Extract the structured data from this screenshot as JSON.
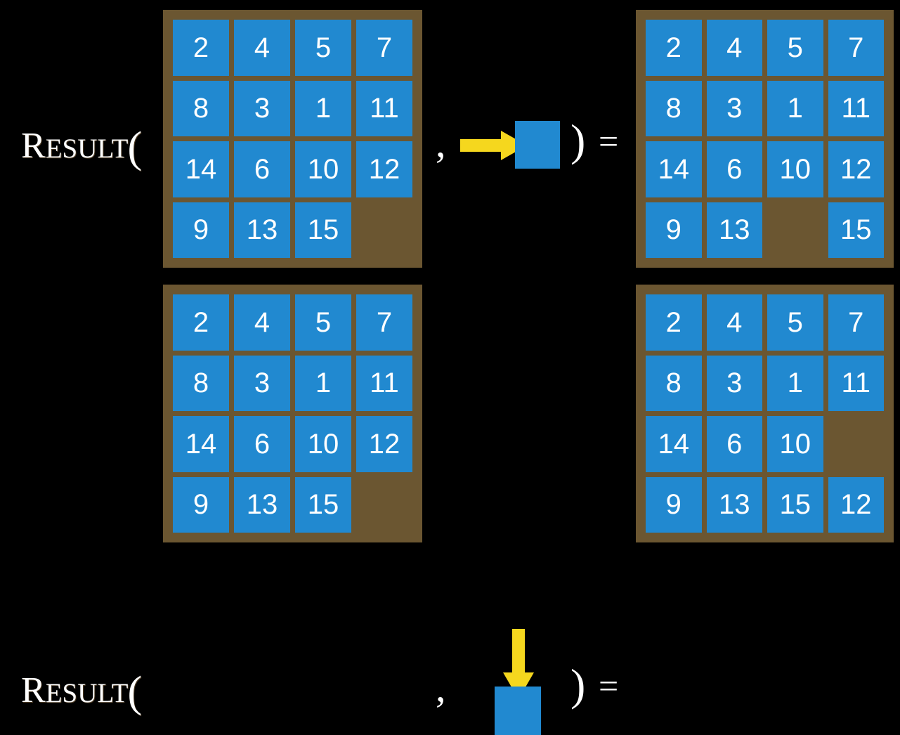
{
  "page": {
    "background_color": "#000000",
    "board_frame_color": "#6B5631",
    "tile_color": "#2189D0",
    "tile_text_color": "#FFFFFF",
    "arrow_color": "#F5D71E",
    "text_color": "#FFFFFF"
  },
  "equations": [
    {
      "id": "equation-move-right",
      "label_cap": "R",
      "label_rest": "ESULT",
      "label_open_paren": "(",
      "comma": ",",
      "close_paren": ")",
      "equals": "=",
      "operation": {
        "name": "slide-right",
        "arrow_icon": "arrow-right-icon",
        "arrow_direction": "right",
        "arrow_color": "#F5D71E",
        "tile_color": "#2189D0"
      },
      "input_board": {
        "name": "board-input-top",
        "rows": 4,
        "cols": 4,
        "cells": [
          [
            "2",
            "4",
            "5",
            "7"
          ],
          [
            "8",
            "3",
            "1",
            "11"
          ],
          [
            "14",
            "6",
            "10",
            "12"
          ],
          [
            "9",
            "13",
            "15",
            ""
          ]
        ]
      },
      "output_board": {
        "name": "board-output-top",
        "rows": 4,
        "cols": 4,
        "cells": [
          [
            "2",
            "4",
            "5",
            "7"
          ],
          [
            "8",
            "3",
            "1",
            "11"
          ],
          [
            "14",
            "6",
            "10",
            "12"
          ],
          [
            "9",
            "13",
            "",
            "15"
          ]
        ]
      }
    },
    {
      "id": "equation-move-down",
      "label_cap": "R",
      "label_rest": "ESULT",
      "label_open_paren": "(",
      "comma": ",",
      "close_paren": ")",
      "equals": "=",
      "operation": {
        "name": "slide-down",
        "arrow_icon": "arrow-down-icon",
        "arrow_direction": "down",
        "arrow_color": "#F5D71E",
        "tile_color": "#2189D0"
      },
      "input_board": {
        "name": "board-input-bottom",
        "rows": 4,
        "cols": 4,
        "cells": [
          [
            "2",
            "4",
            "5",
            "7"
          ],
          [
            "8",
            "3",
            "1",
            "11"
          ],
          [
            "14",
            "6",
            "10",
            "12"
          ],
          [
            "9",
            "13",
            "15",
            ""
          ]
        ]
      },
      "output_board": {
        "name": "board-output-bottom",
        "rows": 4,
        "cols": 4,
        "cells": [
          [
            "2",
            "4",
            "5",
            "7"
          ],
          [
            "8",
            "3",
            "1",
            "11"
          ],
          [
            "14",
            "6",
            "10",
            ""
          ],
          [
            "9",
            "13",
            "15",
            "12"
          ]
        ]
      }
    }
  ]
}
